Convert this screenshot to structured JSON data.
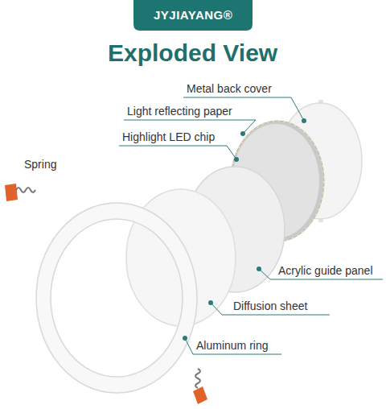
{
  "diagram": {
    "title": "Exploded View",
    "labels": [
      "JYJIAYANG®",
      "Metal back cover",
      "Light reflecting paper",
      "Highlight LED chip",
      "Spring",
      "Acrylic guide panel",
      "Diffusion sheet",
      "Aluminum ring"
    ]
  }
}
